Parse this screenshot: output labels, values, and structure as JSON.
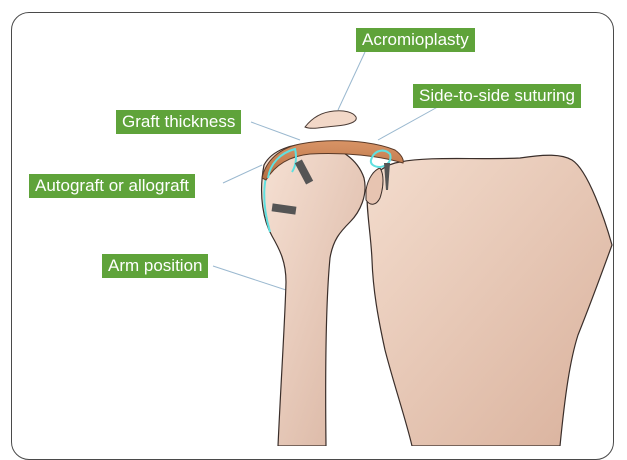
{
  "labels": {
    "acromioplasty": "Acromioplasty",
    "graft_thickness": "Graft thickness",
    "side_to_side_suturing": "Side-to-side suturing",
    "autograft_or_allograft": "Autograft or allograft",
    "arm_position": "Arm position"
  },
  "colors": {
    "label_bg": "#5fa33a",
    "bone_fill": "#eccfbf",
    "graft_fill": "#c98456",
    "suture_cyan": "#5fe0e0",
    "anchor_gray": "#555555"
  }
}
